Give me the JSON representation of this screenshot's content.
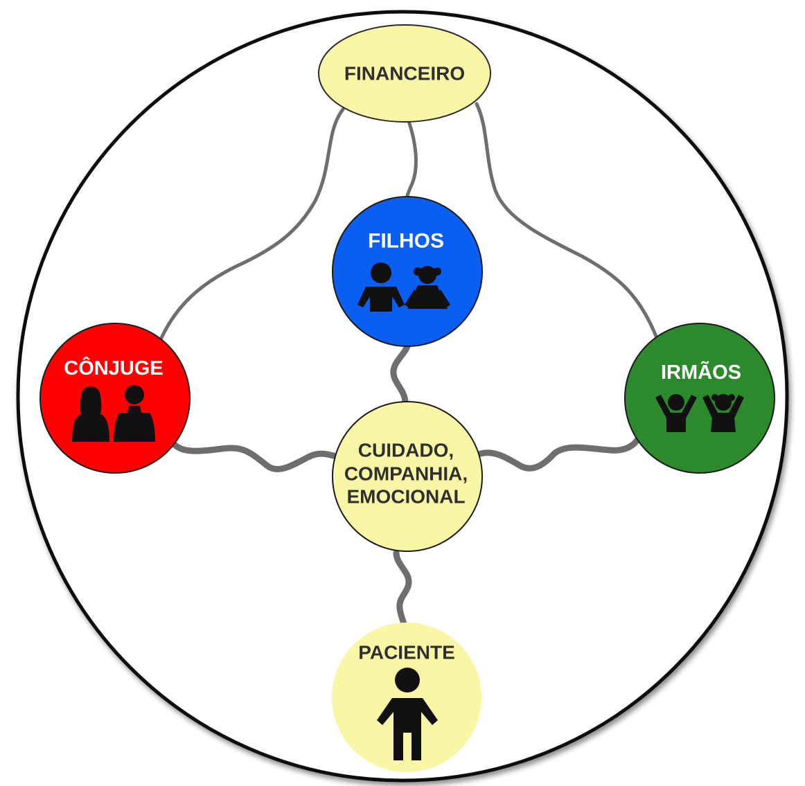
{
  "nodes": {
    "financeiro": {
      "label": "FINANCEIRO",
      "color": "#f9f7a6"
    },
    "filhos": {
      "label": "FILHOS",
      "color": "#0a5ef0",
      "icon": "children-icon"
    },
    "conjuge": {
      "label": "CÔNJUGE",
      "color": "#ff0000",
      "icon": "couple-icon"
    },
    "irmaos": {
      "label": "IRMÃOS",
      "color": "#2c8a2c",
      "icon": "siblings-icon"
    },
    "cuidado": {
      "lines": [
        "CUIDADO,",
        "COMPANHIA,",
        "EMOCIONAL"
      ],
      "color": "#f9f7a6"
    },
    "paciente": {
      "label": "PACIENTE",
      "color": "#f9f7a6",
      "icon": "person-icon"
    }
  },
  "connector_color": "#6e6e6e",
  "outer_ring_color": "#111111"
}
